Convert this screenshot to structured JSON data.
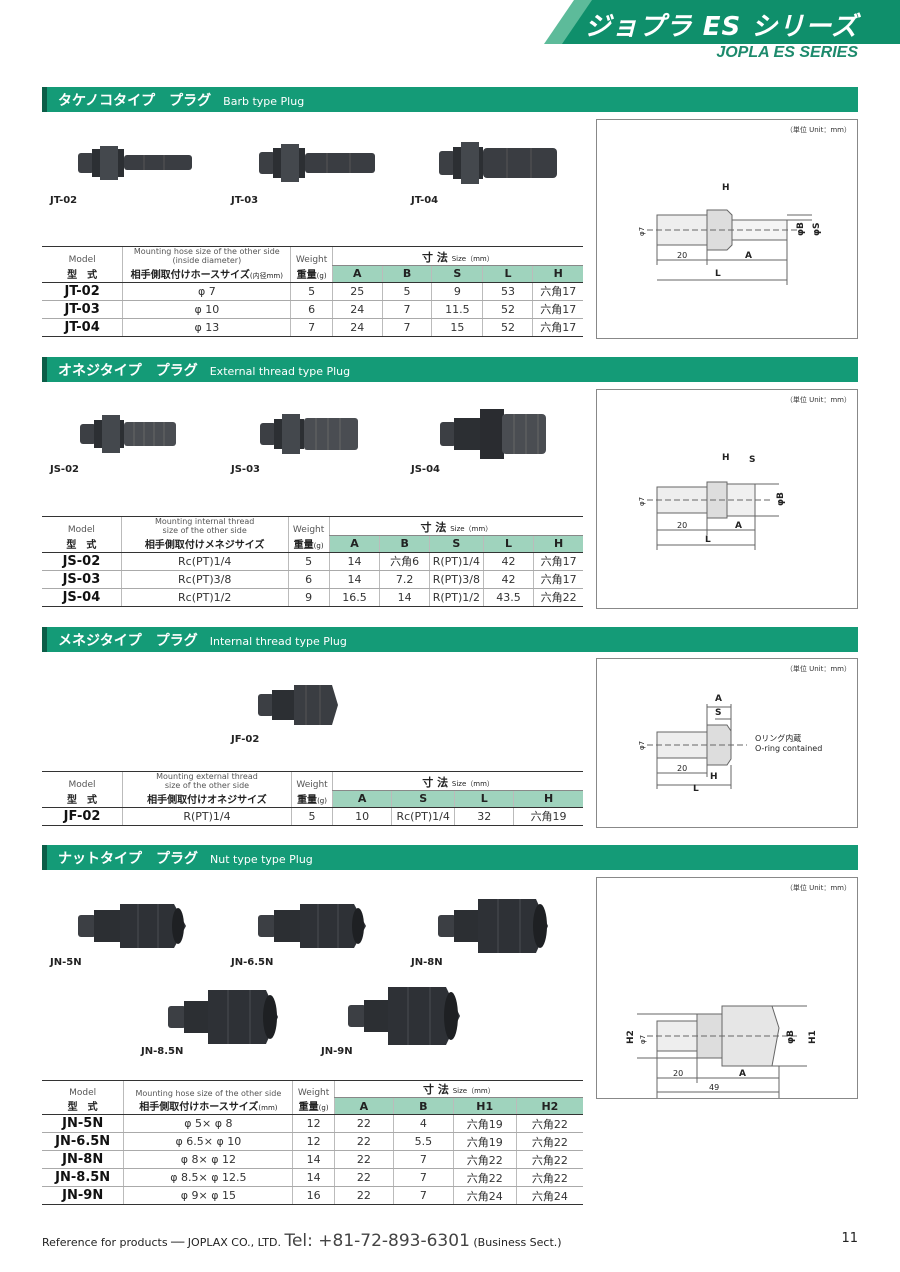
{
  "header": {
    "title": "ジョプラ ES シリーズ",
    "subtitle": "JOPLA ES SERIES"
  },
  "colors": {
    "brand": "#149b77",
    "brand_dark": "#0b5e48",
    "header_green": "#0f8f6b",
    "table_head": "#9fd3bd"
  },
  "unit_note": "（単位 Unit：mm）",
  "sections": [
    {
      "title_jp": "タケノコタイプ　プラグ",
      "title_en": "Barb type Plug",
      "photos": [
        "JT-02",
        "JT-03",
        "JT-04"
      ],
      "col_model_en": "Model",
      "col_model_jp": "型　式",
      "col_hose_en": "Mounting hose size of the other side\n(inside diameter)",
      "col_hose_jp": "相手側取付けホースサイズ",
      "col_hose_note": "(内径mm)",
      "col_weight_en": "Weight",
      "col_weight_jp": "重量",
      "col_weight_unit": "(g)",
      "dim_title": "寸 法",
      "dim_unit": "Size（mm）",
      "dims": [
        "A",
        "B",
        "S",
        "L",
        "H"
      ],
      "rows": [
        [
          "JT-02",
          "φ 7",
          "5",
          "25",
          "5",
          "9",
          "53",
          "六角17"
        ],
        [
          "JT-03",
          "φ 10",
          "6",
          "24",
          "7",
          "11.5",
          "52",
          "六角17"
        ],
        [
          "JT-04",
          "φ 13",
          "7",
          "24",
          "7",
          "15",
          "52",
          "六角17"
        ]
      ],
      "diagram": {
        "labels": [
          "H",
          "φ7",
          "φB",
          "φS",
          "20",
          "A",
          "L"
        ]
      }
    },
    {
      "title_jp": "オネジタイプ　プラグ",
      "title_en": "External thread type Plug",
      "photos": [
        "JS-02",
        "JS-03",
        "JS-04"
      ],
      "col_model_en": "Model",
      "col_model_jp": "型　式",
      "col_hose_en": "Mounting internal thread\nsize of the other side",
      "col_hose_jp": "相手側取付けメネジサイズ",
      "col_hose_note": "",
      "col_weight_en": "Weight",
      "col_weight_jp": "重量",
      "col_weight_unit": "(g)",
      "dim_title": "寸 法",
      "dim_unit": "Size（mm）",
      "dims": [
        "A",
        "B",
        "S",
        "L",
        "H"
      ],
      "rows": [
        [
          "JS-02",
          "Rc(PT)1/4",
          "5",
          "14",
          "六角6",
          "R(PT)1/4",
          "42",
          "六角17"
        ],
        [
          "JS-03",
          "Rc(PT)3/8",
          "6",
          "14",
          "7.2",
          "R(PT)3/8",
          "42",
          "六角17"
        ],
        [
          "JS-04",
          "Rc(PT)1/2",
          "9",
          "16.5",
          "14",
          "R(PT)1/2",
          "43.5",
          "六角22"
        ]
      ],
      "diagram": {
        "labels": [
          "H",
          "S",
          "φ7",
          "φB",
          "20",
          "A",
          "L"
        ]
      }
    },
    {
      "title_jp": "メネジタイプ　プラグ",
      "title_en": "Internal thread type Plug",
      "photos": [
        "JF-02"
      ],
      "col_model_en": "Model",
      "col_model_jp": "型　式",
      "col_hose_en": "Mounting external thread\nsize of the other side",
      "col_hose_jp": "相手側取付けオネジサイズ",
      "col_hose_note": "",
      "col_weight_en": "Weight",
      "col_weight_jp": "重量",
      "col_weight_unit": "(g)",
      "dim_title": "寸 法",
      "dim_unit": "Size（mm）",
      "dims": [
        "A",
        "S",
        "L",
        "H"
      ],
      "rows": [
        [
          "JF-02",
          "R(PT)1/4",
          "5",
          "10",
          "Rc(PT)1/4",
          "32",
          "六角19"
        ]
      ],
      "diagram": {
        "labels": [
          "A",
          "S",
          "φ7",
          "20",
          "H",
          "L"
        ],
        "note_jp": "Oリング内蔵",
        "note_en": "O-ring contained"
      }
    },
    {
      "title_jp": "ナットタイプ　プラグ",
      "title_en": "Nut type type Plug",
      "photos": [
        "JN-5N",
        "JN-6.5N",
        "JN-8N",
        "JN-8.5N",
        "JN-9N"
      ],
      "col_model_en": "Model",
      "col_model_jp": "型　式",
      "col_hose_en": "Mounting hose size of the other side",
      "col_hose_jp": "相手側取付けホースサイズ",
      "col_hose_note": "(mm)",
      "col_weight_en": "Weight",
      "col_weight_jp": "重量",
      "col_weight_unit": "(g)",
      "dim_title": "寸 法",
      "dim_unit": "Size（mm）",
      "dims": [
        "A",
        "B",
        "H1",
        "H2"
      ],
      "rows": [
        [
          "JN-5N",
          "φ 5× φ 8",
          "12",
          "22",
          "4",
          "六角19",
          "六角22"
        ],
        [
          "JN-6.5N",
          "φ 6.5× φ 10",
          "12",
          "22",
          "5.5",
          "六角19",
          "六角22"
        ],
        [
          "JN-8N",
          "φ 8× φ 12",
          "14",
          "22",
          "7",
          "六角22",
          "六角22"
        ],
        [
          "JN-8.5N",
          "φ 8.5× φ 12.5",
          "14",
          "22",
          "7",
          "六角22",
          "六角22"
        ],
        [
          "JN-9N",
          "φ 9× φ 15",
          "16",
          "22",
          "7",
          "六角24",
          "六角24"
        ]
      ],
      "diagram": {
        "labels": [
          "H2",
          "φ7",
          "φB",
          "H1",
          "20",
          "A",
          "49"
        ]
      }
    }
  ],
  "footer": {
    "ref": "Reference for products ── JOPLAX CO., LTD.",
    "tel": "Tel: +81-72-893-6301",
    "sect": "(Business Sect.)",
    "page": "11"
  }
}
